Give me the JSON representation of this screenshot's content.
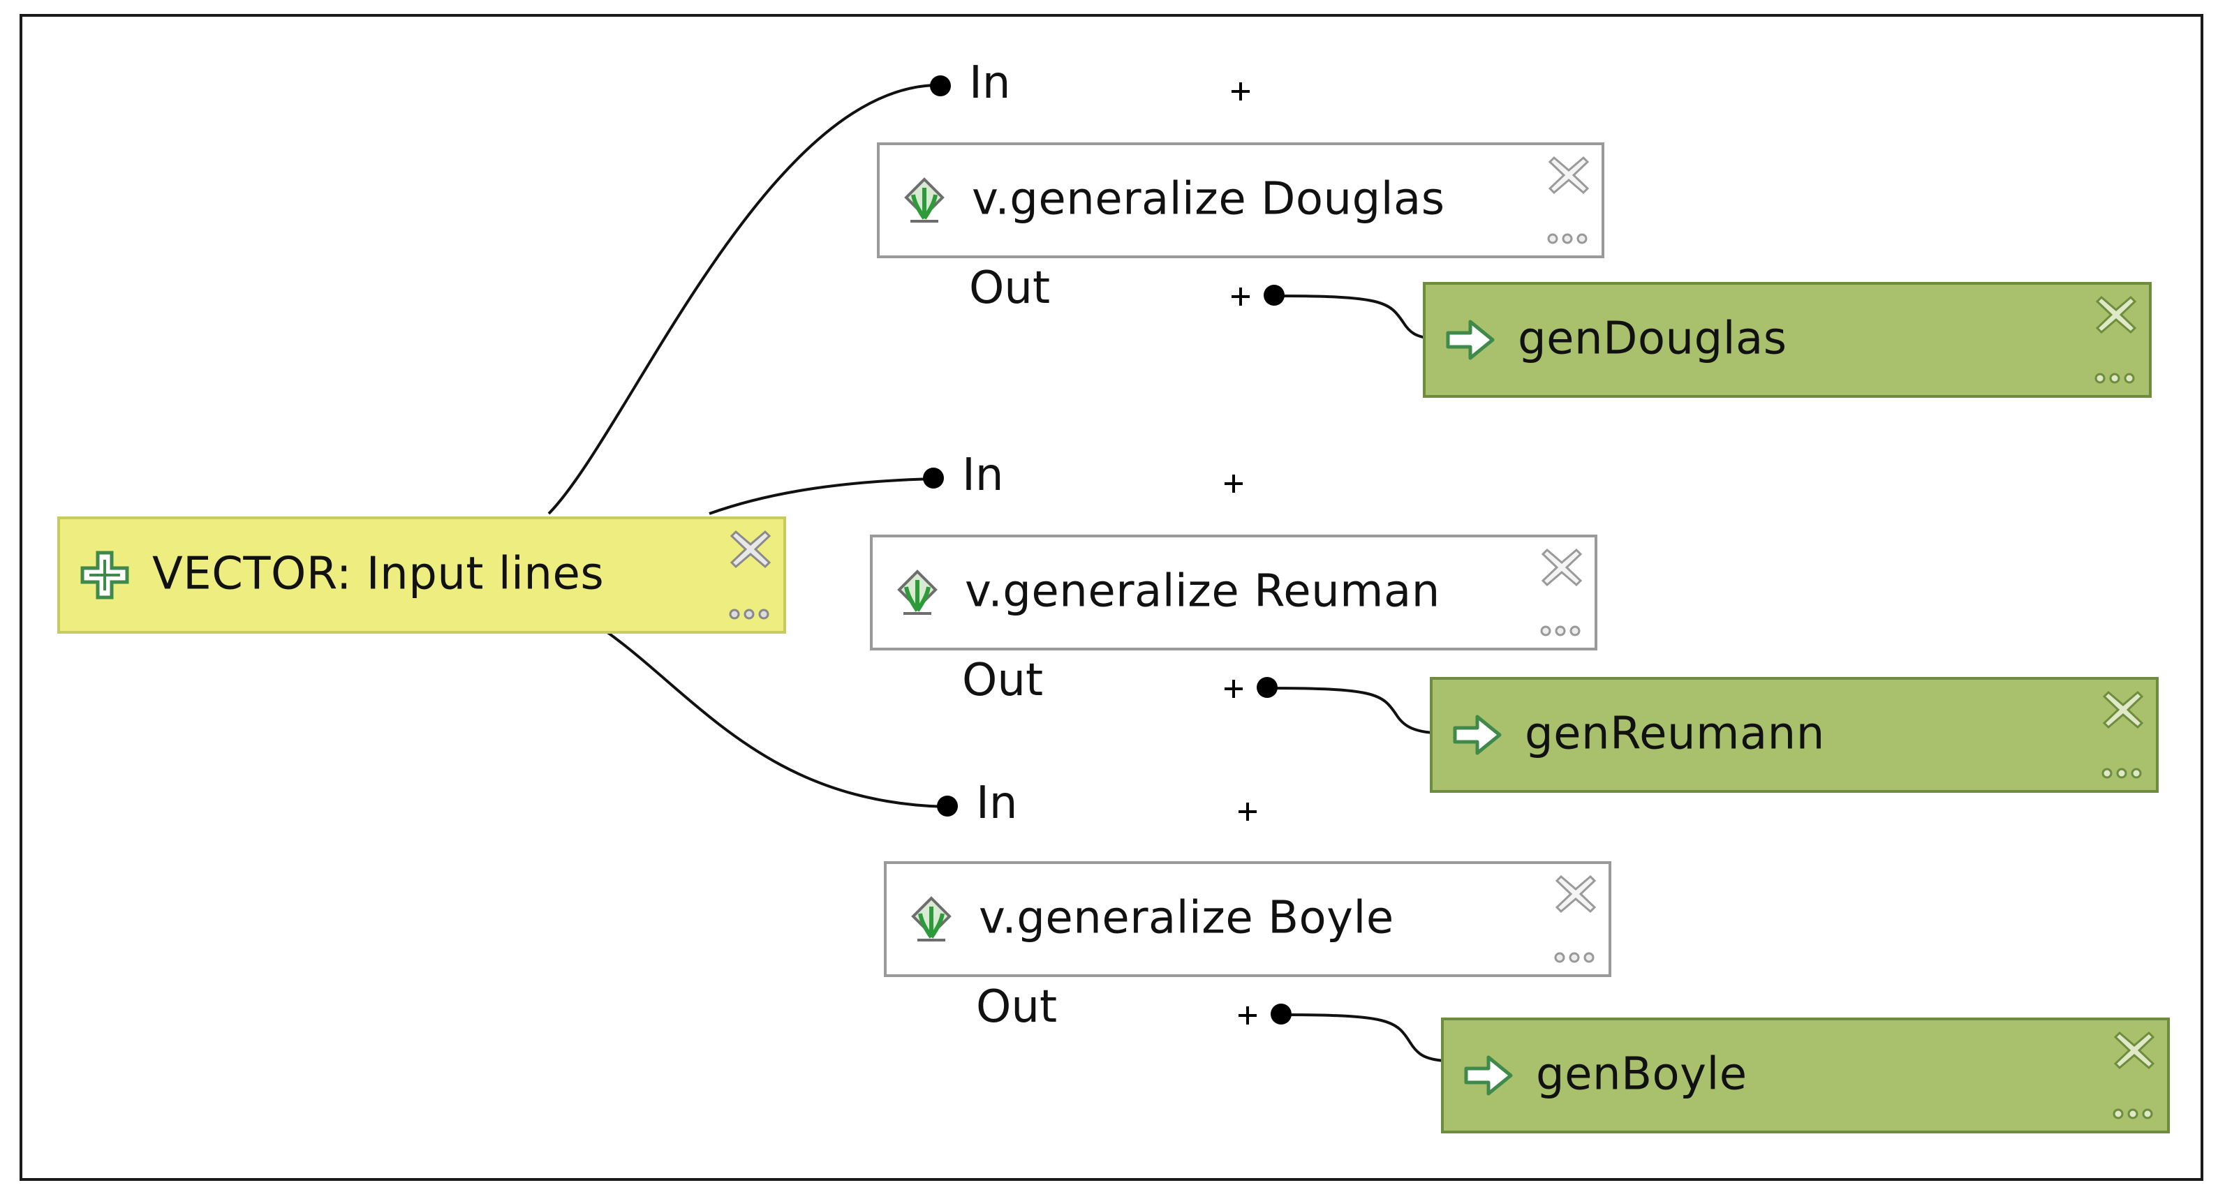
{
  "input_node": {
    "label": "VECTOR: Input lines",
    "icon": "plus-cross-icon"
  },
  "algorithms": [
    {
      "label": "v.generalize Douglas",
      "icon": "grass-icon",
      "in_label": "In",
      "out_label": "Out"
    },
    {
      "label": "v.generalize Reuman",
      "icon": "grass-icon",
      "in_label": "In",
      "out_label": "Out"
    },
    {
      "label": "v.generalize Boyle",
      "icon": "grass-icon",
      "in_label": "In",
      "out_label": "Out"
    }
  ],
  "outputs": [
    {
      "label": "genDouglas",
      "icon": "arrow-right-icon"
    },
    {
      "label": "genReumann",
      "icon": "arrow-right-icon"
    },
    {
      "label": "genBoyle",
      "icon": "arrow-right-icon"
    }
  ],
  "colors": {
    "input_fill": "#edee7f",
    "output_fill": "#a9c06c",
    "algorithm_fill": "#ffffff",
    "connector": "#000000"
  }
}
